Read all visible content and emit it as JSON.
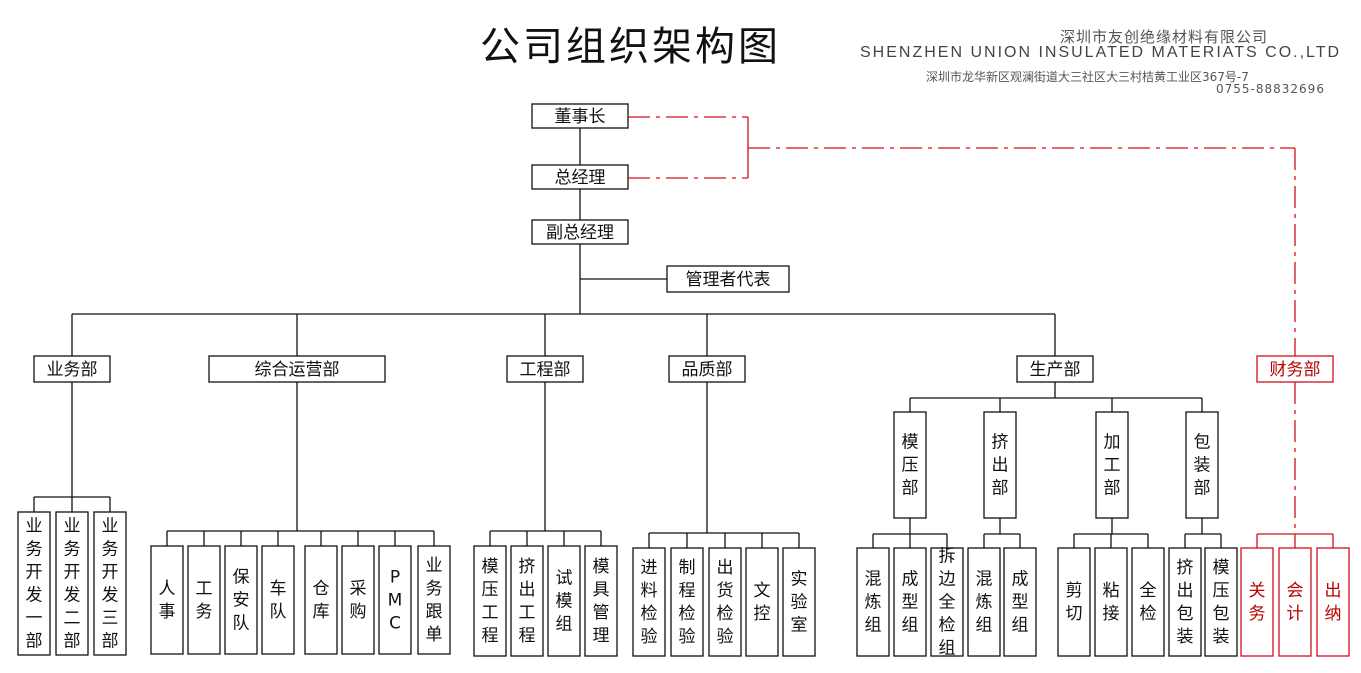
{
  "header": {
    "title": "公司组织架构图",
    "company_cn": "深圳市友创绝缘材料有限公司",
    "company_en": "SHENZHEN UNION INSULATED MATERIATS CO.,LTD",
    "address": "深圳市龙华新区观澜街道大三社区大三村桔黄工业区367号-7",
    "phone": "0755-88832696"
  },
  "colors": {
    "line": "#111111",
    "finance": "#d0111b"
  },
  "nodes": {
    "chairman": "董事长",
    "gm": "总经理",
    "deputy_gm": "副总经理",
    "mgmt_rep": "管理者代表",
    "depts": {
      "sales": "业务部",
      "ops": "综合运营部",
      "eng": "工程部",
      "qa": "品质部",
      "prod": "生产部",
      "fin": "财务部"
    },
    "prod_subs": {
      "mold": "模压部",
      "ext": "挤出部",
      "proc": "加工部",
      "pack": "包装部"
    },
    "sales_leaves": [
      "业务开发一部",
      "业务开发二部",
      "业务开发三部"
    ],
    "ops_leaves": [
      "人事",
      "工务",
      "保安队",
      "车队",
      "仓库",
      "采购",
      "PMC",
      "业务跟单"
    ],
    "eng_leaves": [
      "模压工程",
      "挤出工程",
      "试模组",
      "模具管理"
    ],
    "qa_leaves": [
      "进料检验",
      "制程检验",
      "出货检验",
      "文控",
      "实验室"
    ],
    "mold_leaves": [
      "混炼组",
      "成型组",
      "拆边全检组"
    ],
    "ext_leaves": [
      "混炼组",
      "成型组"
    ],
    "proc_leaves": [
      "剪切",
      "粘接",
      "全检"
    ],
    "pack_leaves": [
      "挤出包装",
      "模压包装"
    ],
    "fin_leaves": [
      "关务",
      "会计",
      "出纳"
    ]
  }
}
